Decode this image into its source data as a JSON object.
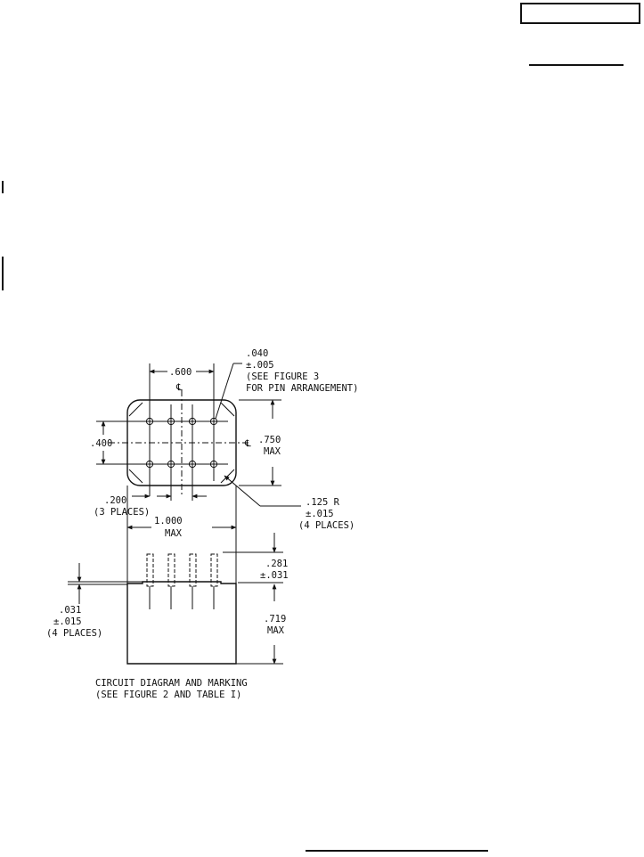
{
  "figure": {
    "caption_line1": "CIRCUIT DIAGRAM AND MARKING",
    "caption_line2": "(SEE FIGURE 2 AND TABLE I)"
  },
  "dimensions": {
    "pin_dia": {
      "value": ".040",
      "tol": "±.005",
      "note1": "(SEE FIGURE 3",
      "note2": "FOR PIN ARRANGEMENT)"
    },
    "pin_span": ".600",
    "row_spacing": ".400",
    "height_max": {
      "value": ".750",
      "note": "MAX"
    },
    "pin_pitch": {
      "value": ".200",
      "note": "(3 PLACES)"
    },
    "corner_radius": {
      "value": ".125 R",
      "tol": "±.015",
      "note": "(4 PLACES)"
    },
    "length_max": {
      "value": "1.000",
      "note": "MAX"
    },
    "pin_length": {
      "value": ".281",
      "tol": "±.031"
    },
    "standoff": {
      "value": ".031",
      "tol": "±.015",
      "note": "(4 PLACES)"
    },
    "body_height_max": {
      "value": ".719",
      "note": "MAX"
    },
    "centerline_symbol": "℄"
  }
}
